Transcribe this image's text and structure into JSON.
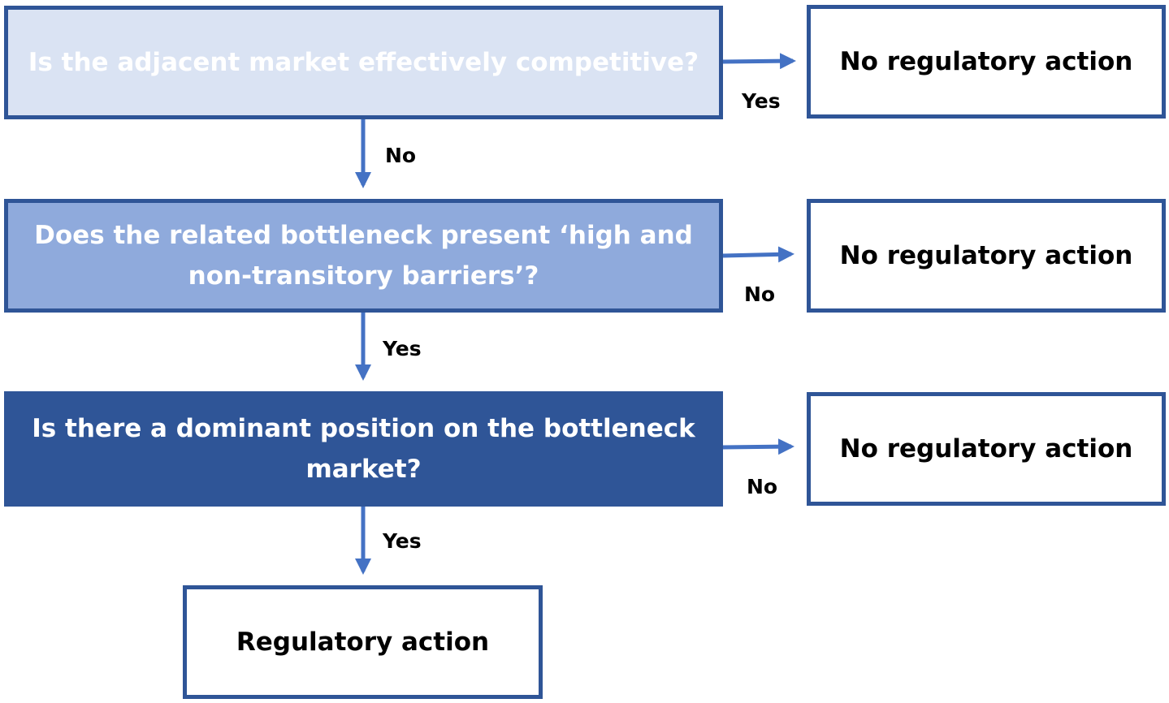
{
  "flow": {
    "question_1": "Is the adjacent market effectively competitive?",
    "question_2": "Does the related bottleneck present ‘high and non-transitory barriers’?",
    "question_3": "Is there a dominant position on the bottleneck market?",
    "outcome_1": "No regulatory action",
    "outcome_2": "No regulatory action",
    "outcome_3": "No regulatory action",
    "final_outcome": "Regulatory action",
    "branch_1_side": "Yes",
    "branch_1_down": "No",
    "branch_2_side": "No",
    "branch_2_down": "Yes",
    "branch_3_side": "No",
    "branch_3_down": "Yes"
  },
  "colors": {
    "border": "#2f5597",
    "arrow": "#4472c4",
    "q1_fill": "#dae3f3",
    "q2_fill": "#8faadc",
    "q3_fill": "#2f5597"
  }
}
